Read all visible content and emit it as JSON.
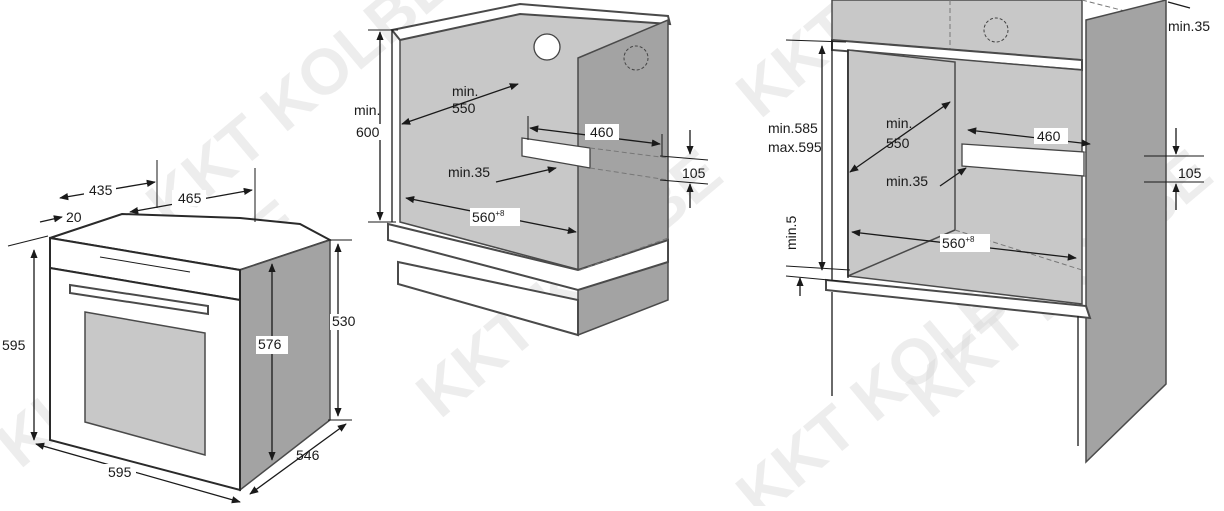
{
  "watermark": {
    "text": "KKT KOLBE"
  },
  "oven": {
    "dim_top_depth": "435",
    "dim_top_width": "465",
    "dim_panel": "20",
    "dim_height": "595",
    "dim_width": "595",
    "dim_inner_height": "576",
    "dim_side_height": "530",
    "dim_depth": "546"
  },
  "cabinet_under_counter": {
    "dim_min_label": "min.",
    "dim_min_value": "550",
    "dim_height_label": "min.",
    "dim_height_value": "600",
    "dim_vent_width": "460",
    "dim_vent_height": "105",
    "dim_gap": "min.35",
    "dim_width": "560",
    "dim_width_tol": "+8"
  },
  "cabinet_tall": {
    "dim_top_gap": "min.35",
    "dim_height_min": "min.585",
    "dim_height_max": "max.595",
    "dim_depth_label": "min.",
    "dim_depth_value": "550",
    "dim_vent_width": "460",
    "dim_vent_height": "105",
    "dim_gap": "min.35",
    "dim_bottom": "min.5",
    "dim_width": "560",
    "dim_width_tol": "+8"
  }
}
